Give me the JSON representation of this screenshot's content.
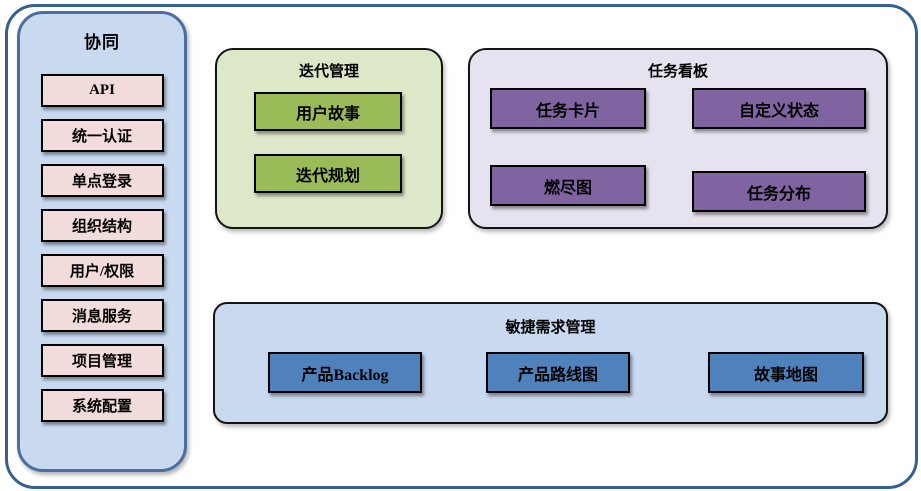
{
  "sidebar": {
    "title": "协同",
    "items": [
      "API",
      "统一认证",
      "单点登录",
      "组织结构",
      "用户/权限",
      "消息服务",
      "项目管理",
      "系统配置"
    ]
  },
  "iteration_panel": {
    "title": "迭代管理",
    "items": [
      "用户故事",
      "迭代规划"
    ]
  },
  "task_board_panel": {
    "title": "任务看板",
    "items": [
      "任务卡片",
      "自定义状态",
      "燃尽图",
      "任务分布"
    ]
  },
  "agile_requirements_panel": {
    "title": "敏捷需求管理",
    "items": [
      "产品Backlog",
      "产品路线图",
      "故事地图"
    ]
  },
  "colors": {
    "outer_border": "#36608e",
    "sidebar_bg": "#c8d9f0",
    "sidebar_border": "#4a6fa0",
    "sidebar_item_bg": "#f2dcdb",
    "iteration_panel_bg": "#dde8c8",
    "iteration_item_bg": "#9bbb59",
    "task_panel_bg": "#e7e2ef",
    "task_item_bg": "#8064a2",
    "agile_panel_bg": "#c8d9f0",
    "agile_item_bg": "#4f81bd"
  }
}
